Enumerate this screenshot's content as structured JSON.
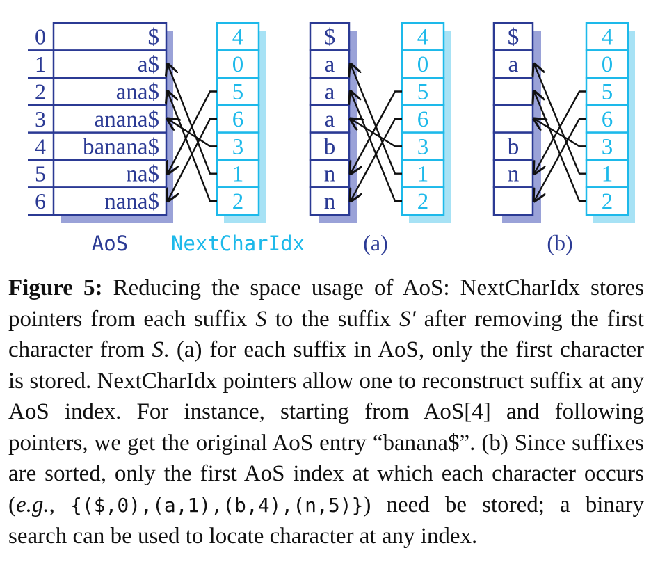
{
  "colors": {
    "aos_dark": "#2b3a94",
    "aos_shadow": "#9aa2d8",
    "nci_cyan": "#1db9ea",
    "nci_shadow": "#a7e2f5",
    "arrow": "#111111"
  },
  "aos": {
    "indices": [
      "0",
      "1",
      "2",
      "3",
      "4",
      "5",
      "6"
    ],
    "suffixes": [
      "$",
      "a$",
      "ana$",
      "anana$",
      "banana$",
      "na$",
      "nana$"
    ],
    "label": "AoS"
  },
  "next_char_idx": {
    "values": [
      "4",
      "0",
      "5",
      "6",
      "3",
      "1",
      "2"
    ],
    "label": "NextCharIdx"
  },
  "panel_a": {
    "chars": [
      "$",
      "a",
      "a",
      "a",
      "b",
      "n",
      "n"
    ],
    "nci": [
      "4",
      "0",
      "5",
      "6",
      "3",
      "1",
      "2"
    ],
    "label": "(a)"
  },
  "panel_b": {
    "chars": [
      "$",
      "a",
      "",
      "",
      "b",
      "n",
      ""
    ],
    "nci": [
      "4",
      "0",
      "5",
      "6",
      "3",
      "1",
      "2"
    ],
    "label": "(b)"
  },
  "caption": {
    "label": "Figure 5:",
    "t1": " Reducing the space usage of AoS: NextCharIdx stores pointers from each suffix ",
    "S": "S",
    "t2": " to the suffix ",
    "Sprime": "S′",
    "t3": " after re­moving the first character from ",
    "S2": "S",
    "t4": ". (a) for each suffix in AoS, only the first character is stored. NextCharIdx point­ers allow one to reconstruct suffix at any AoS index. For instance, starting from AoS[4] and following pointers, we get the original AoS entry “banana$”. (b) Since suffixes are sorted, only the first AoS index at which each character oc­curs (",
    "eg": "e.g.",
    "t5": ", ",
    "code": "{($,0),(a,1),(b,4),(n,5)}",
    "t6": ") need be stored; a binary search can be used to locate character at any index."
  }
}
